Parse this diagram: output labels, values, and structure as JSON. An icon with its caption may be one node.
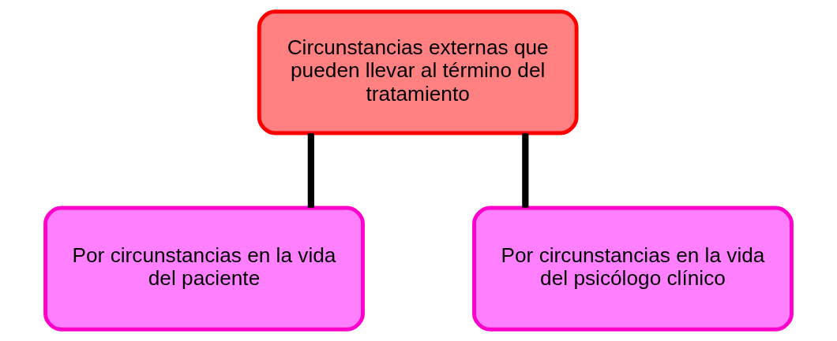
{
  "diagram": {
    "nodes": [
      {
        "text": [
          "Circunstancias externas que pueden llevar al término del tratamiento"
        ]
      },
      {
        "text": [
          "Por circunstancias en la vida del paciente"
        ]
      },
      {
        "text": [
          "Por circunstancias en la vida del psicólogo clínico"
        ]
      }
    ],
    "edges": [
      {
        "from": 0,
        "to": 1,
        "arrow": "none"
      },
      {
        "from": 0,
        "to": 2,
        "arrow": "none"
      }
    ]
  }
}
